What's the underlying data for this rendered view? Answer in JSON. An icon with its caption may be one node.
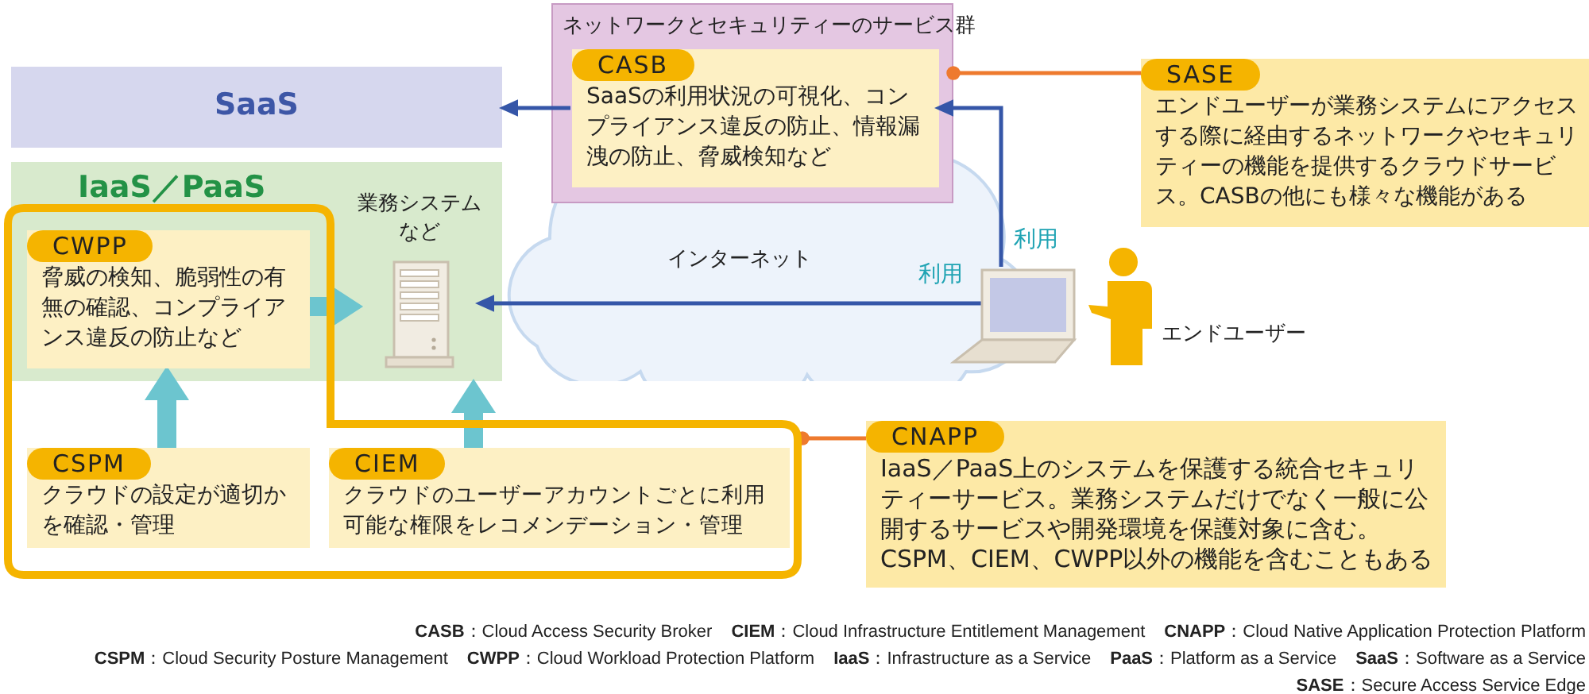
{
  "diagram": {
    "nodes": [
      {
        "text": [
          "SaaS"
        ]
      },
      {
        "text": [
          "ネットワークとセキュリティーのサービス群"
        ]
      },
      {
        "text": [
          "CASB",
          "SaaSの利用状況の可視化、コンプライアンス違反の防止、情報漏洩の防止、脅威検知など"
        ],
        "in": 1
      },
      {
        "text": [
          "IaaS／PaaS"
        ]
      },
      {
        "text": [],
        "shape": "box"
      },
      {
        "text": [
          "CWPP",
          "脅威の検知、脆弱性の有無の確認、コンプライアンス違反の防止など"
        ]
      },
      {
        "text": [
          "業務システムなど"
        ],
        "in": 3
      },
      {
        "text": [
          "CSPM",
          "クラウドの設定が適切かを確認・管理"
        ],
        "in": 4
      },
      {
        "text": [
          "CIEM",
          "クラウドのユーザーアカウントごとに利用可能な権限をレコメンデーション・管理"
        ],
        "in": 4
      },
      {
        "text": [],
        "shape": "picture"
      },
      {
        "text": [],
        "shape": "person",
        "beside": [
          "エンドユーザー"
        ]
      },
      {
        "text": [
          "SASE",
          "エンドユーザーが業務システムにアクセスする際に経由するネットワークやセキュリティーの機能を提供するクラウドサービス。CASBの他にも様々な機能がある"
        ]
      },
      {
        "text": [
          "CNAPP",
          "IaaS／PaaS上のシステムを保護する統合セキュリティーサービス。業務システムだけでなく一般に公開するサービスや開発環境を保護対象に含む。CSPM、CIEM、CWPP以外の機能を含むこともある"
        ]
      }
    ],
    "edges": [
      {
        "from": 2,
        "to": 0,
        "arrow": "to"
      },
      {
        "from": 9,
        "to": 2,
        "arrow": "to",
        "label": "利用"
      },
      {
        "from": 9,
        "to": 6,
        "arrow": "to",
        "label": "利用"
      },
      {
        "from": 5,
        "to": 6,
        "arrow": "to",
        "style": "thick",
        "color": "#6cc5cf"
      },
      {
        "from": 7,
        "to": 5,
        "arrow": "to",
        "style": "thick",
        "color": "#6cc5cf"
      },
      {
        "from": 8,
        "to": 3,
        "arrow": "to",
        "style": "thick",
        "color": "#6cc5cf"
      },
      {
        "from": 11,
        "to": 1,
        "arrow": "other",
        "color": "#ee7a2e"
      },
      {
        "from": 12,
        "to": 4,
        "arrow": "other",
        "color": "#ee7a2e"
      }
    ],
    "labels": [
      "インターネット",
      "**CASB**：Cloud Access Security Broker",
      "**CIEM**：Cloud Infrastructure Entitlement Management",
      "**CNAPP**：Cloud Native Application Protection Platform",
      "**CSPM**：Cloud Security Posture Management",
      "**CWPP**：Cloud Workload Protection Platform",
      "**IaaS**：Infrastructure as a Service",
      "**PaaS**：Platform as a Service",
      "**SaaS**：Software as a Service",
      "**SASE**：Secure Access Service Edge"
    ]
  }
}
